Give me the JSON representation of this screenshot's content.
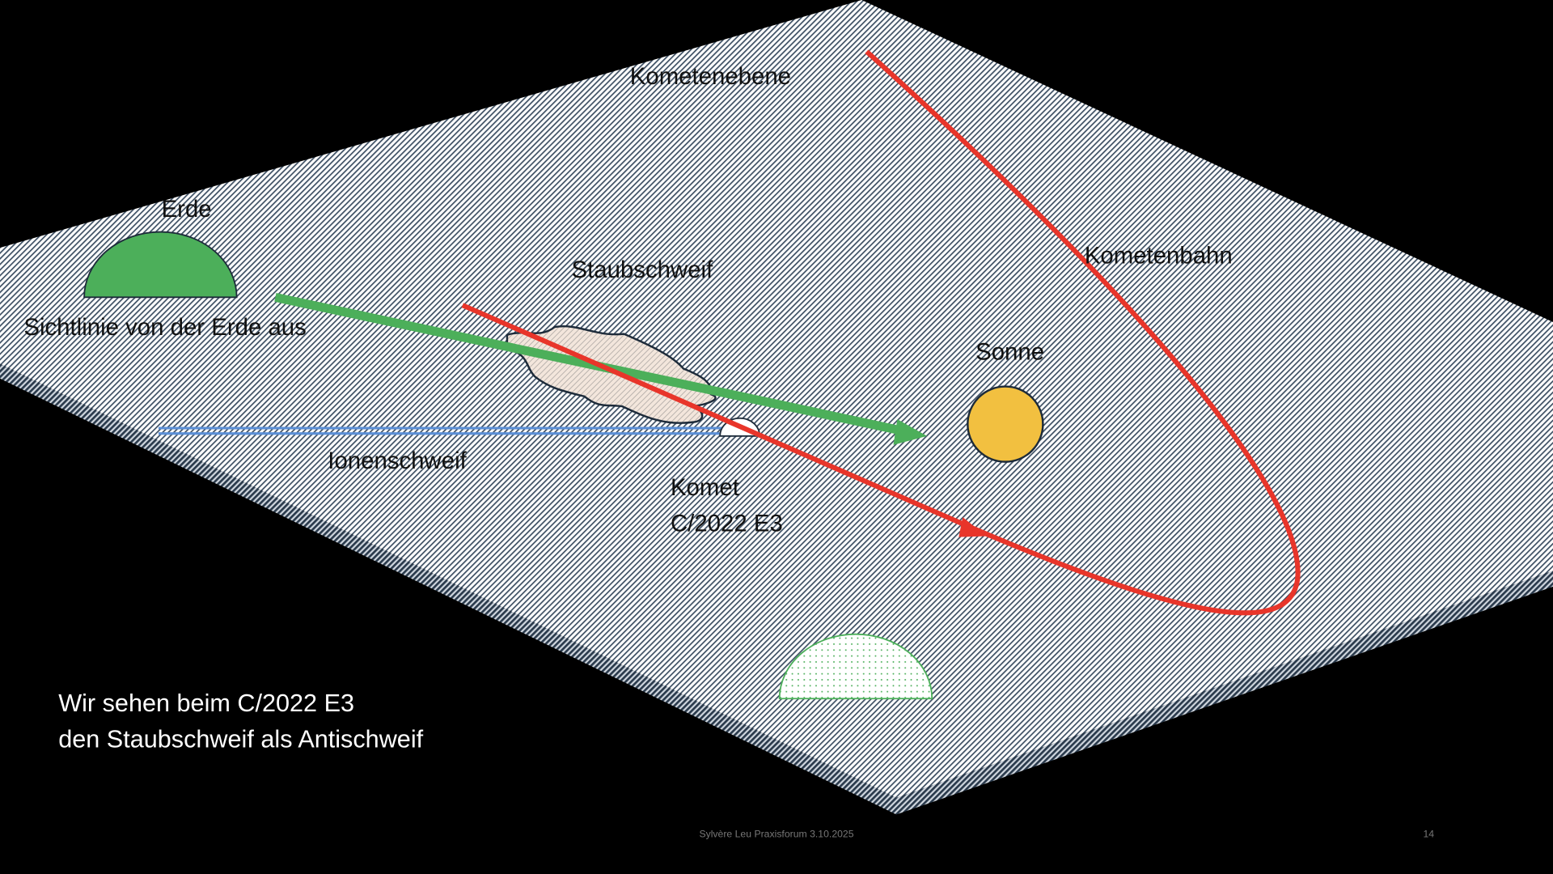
{
  "labels": {
    "plane": "Kometenebene",
    "earth": "Erde",
    "dust_tail": "Staubschweif",
    "orbit": "Kometenbahn",
    "line_of_sight": "Sichtlinie von der Erde aus",
    "sun": "Sonne",
    "ion_tail": "Ionenschweif",
    "comet_line1": "Komet",
    "comet_line2": "C/2022 E3"
  },
  "caption": {
    "line1": "Wir sehen beim C/2022 E3",
    "line2": "den Staubschweif als Antischweif"
  },
  "footer": {
    "text": "Sylvère Leu Praxisforum 3.10.2025",
    "page": "14"
  },
  "colors": {
    "background": "#000000",
    "earth": "#4caf5a",
    "sun": "#f2c040",
    "orbit": "#e8352a",
    "sightline": "#4caf5a",
    "ion_tail": "#5b8fd6",
    "dust": "#f3e6dc"
  }
}
